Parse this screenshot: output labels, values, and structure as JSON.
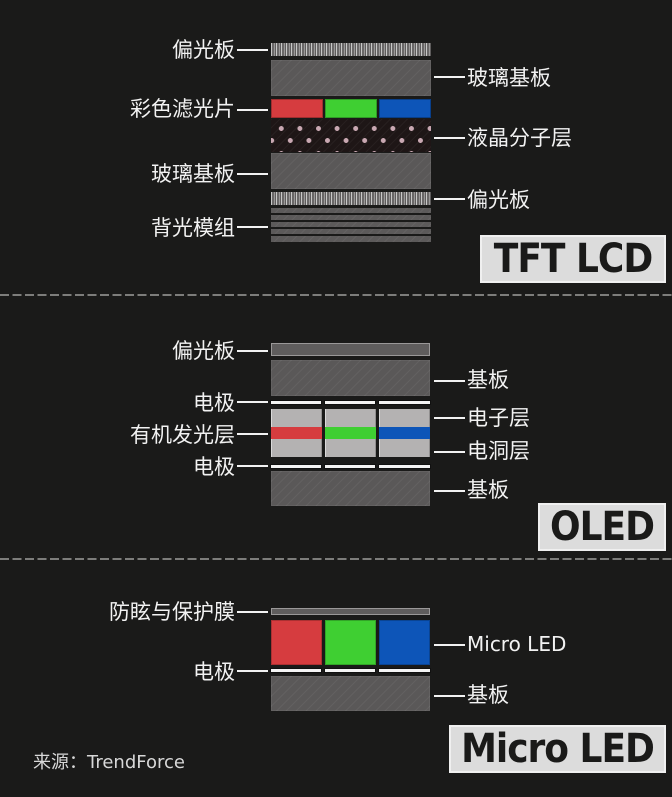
{
  "colors": {
    "background": "#1a1a19",
    "red": "#d63c3f",
    "green": "#3fcf32",
    "blue": "#0d55b8",
    "substrate": "#5a5858",
    "tag_bg": "#dcdcdc"
  },
  "sections": {
    "tft_lcd": {
      "tag": "TFT LCD",
      "left_labels": [
        "偏光板",
        "彩色滤光片",
        "玻璃基板",
        "背光模组"
      ],
      "right_labels": [
        "玻璃基板",
        "液晶分子层",
        "偏光板"
      ]
    },
    "oled": {
      "tag": "OLED",
      "left_labels": [
        "偏光板",
        "电极",
        "有机发光层",
        "电极"
      ],
      "right_labels": [
        "基板",
        "电子层",
        "电洞层",
        "基板"
      ]
    },
    "micro_led": {
      "tag": "Micro LED",
      "left_labels": [
        "防眩与保护膜",
        "电极"
      ],
      "right_labels": [
        "Micro LED",
        "基板"
      ]
    }
  },
  "footer": {
    "source": "来源：TrendForce"
  }
}
